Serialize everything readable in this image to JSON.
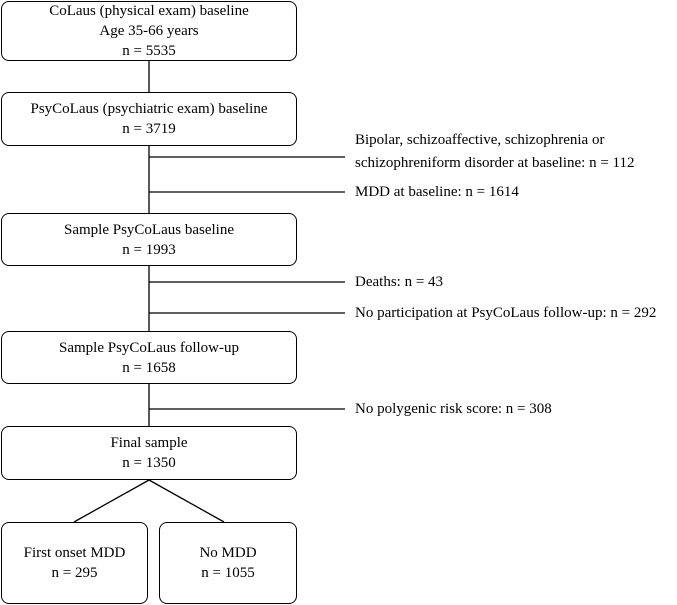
{
  "boxes": {
    "colaus": {
      "line1": "CoLaus (physical exam) baseline",
      "line2": "Age 35-66 years",
      "line3": "n = 5535"
    },
    "psycolaus": {
      "line1": "PsyCoLaus (psychiatric exam) baseline",
      "line2": "n = 3719"
    },
    "sample_baseline": {
      "line1": "Sample PsyCoLaus baseline",
      "line2": "n = 1993"
    },
    "sample_followup": {
      "line1": "Sample PsyCoLaus follow-up",
      "line2": "n = 1658"
    },
    "final": {
      "line1": "Final sample",
      "line2": "n = 1350"
    },
    "first_onset": {
      "line1": "First onset MDD",
      "line2": "n = 295"
    },
    "no_mdd": {
      "line1": "No MDD",
      "line2": "n = 1055"
    }
  },
  "exclusions": {
    "psychotic": {
      "line1": "Bipolar, schizoaffective, schizophrenia or",
      "line2": "schizophreniform disorder at baseline: n = 112"
    },
    "mdd_baseline": "MDD at baseline: n = 1614",
    "deaths": "Deaths: n = 43",
    "no_participation": "No participation at PsyCoLaus follow-up: n = 292",
    "no_prs": "No polygenic risk score: n = 308"
  }
}
